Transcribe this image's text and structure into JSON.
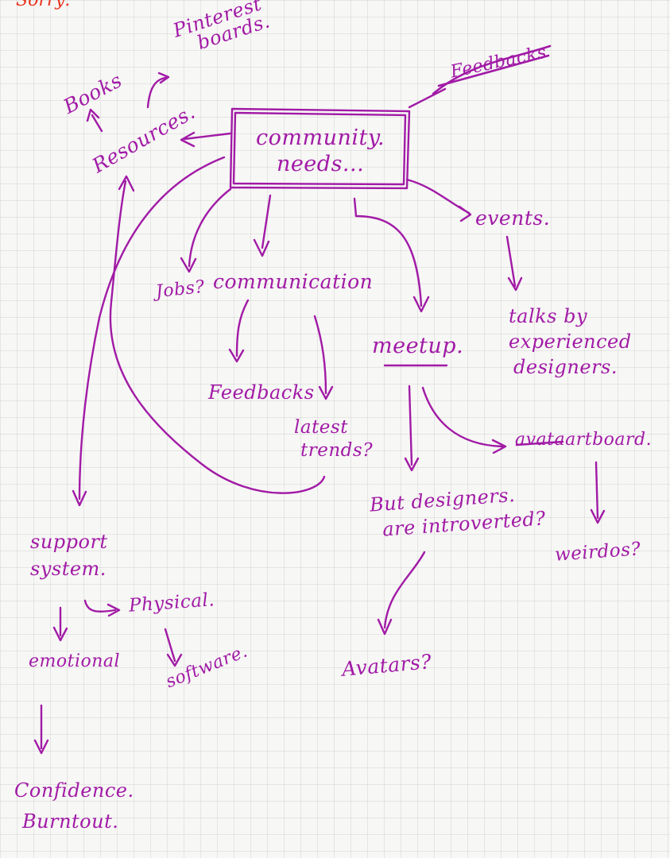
{
  "corner_text": "Sorry:",
  "center": {
    "line1": "community.",
    "line2": "needs..."
  },
  "nodes": {
    "feedbacks_crossed": "Feedbacks",
    "pinterest_line1": "Pinterest",
    "pinterest_line2": "boards.",
    "books": "Books",
    "resources": "Resources.",
    "events": "events.",
    "jobs": "Jobs?",
    "communication": "communication",
    "meetup": "meetup.",
    "talks": [
      "talks by",
      "experienced",
      "designers."
    ],
    "feedbacks": "Feedbacks",
    "latest_trends": [
      "latest",
      "trends?"
    ],
    "artboard_crossed": "avata",
    "artboard": "artboard.",
    "designers_introverted": [
      "But designers.",
      "are introverted?"
    ],
    "weirdos": "weirdos?",
    "support_system": [
      "support",
      "system."
    ],
    "physical": "Physical.",
    "emotional": "emotional",
    "software": "software.",
    "avatars": "Avatars?",
    "confidence": "Confidence.",
    "burnout": "Burntout."
  }
}
